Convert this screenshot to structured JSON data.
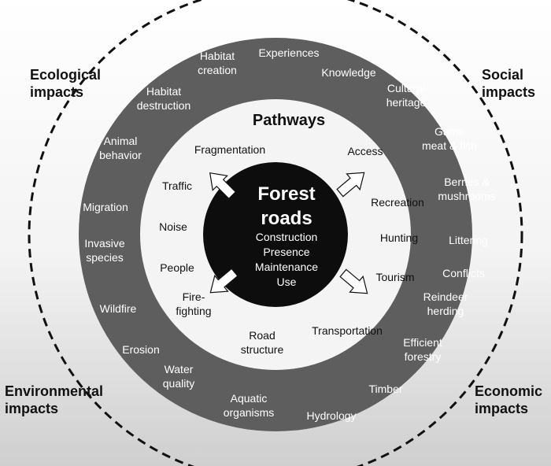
{
  "corners": {
    "ecological": "Ecological\nimpacts",
    "social": "Social\nimpacts",
    "environmental": "Environmental\nimpacts",
    "economic": "Economic\nimpacts"
  },
  "center": {
    "title_line1": "Forest",
    "title_line2": "roads",
    "phases": [
      "Construction",
      "Presence",
      "Maintenance",
      "Use"
    ]
  },
  "pathways": {
    "title": "Pathways",
    "items": [
      "Fragmentation",
      "Access",
      "Traffic",
      "Recreation",
      "Noise",
      "Hunting",
      "People",
      "Tourism",
      "Fire-\nfighting",
      "Transportation",
      "Road\nstructure"
    ]
  },
  "impacts": [
    "Experiences",
    "Habitat\ncreation",
    "Knowledge",
    "Habitat\ndestruction",
    "Cultural\nheritage",
    "Animal\nbehavior",
    "Game\nmeat & fish",
    "Berries &\nmushrooms",
    "Migration",
    "Littering",
    "Invasive\nspecies",
    "Conflicts",
    "Wildfire",
    "Reindeer\nherding",
    "Erosion",
    "Efficient\nforestry",
    "Water\nquality",
    "Timber",
    "Aquatic\norganisms",
    "Hydrology"
  ],
  "colors": {
    "outer_ring": "#5e5e5e",
    "inner_ring": "#f4f4f4",
    "center": "#0d0d0d",
    "ring_text": "#ffffff",
    "pathway_text": "#111111"
  }
}
